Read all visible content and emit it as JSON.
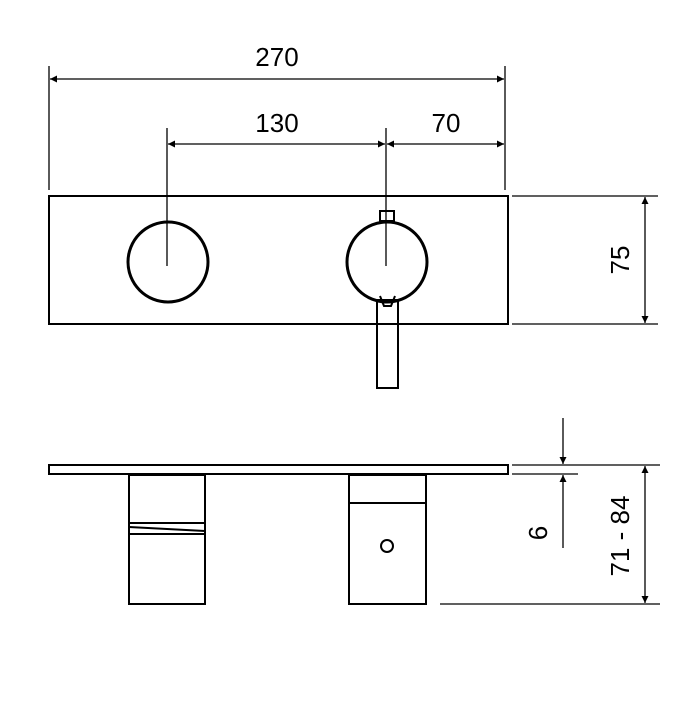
{
  "dimensions": {
    "overall_width": "270",
    "knob_spacing": "130",
    "right_offset": "70",
    "plate_height": "75",
    "plate_thickness": "6",
    "body_depth": "71 - 84"
  },
  "colors": {
    "line": "#000000",
    "background": "#ffffff"
  }
}
